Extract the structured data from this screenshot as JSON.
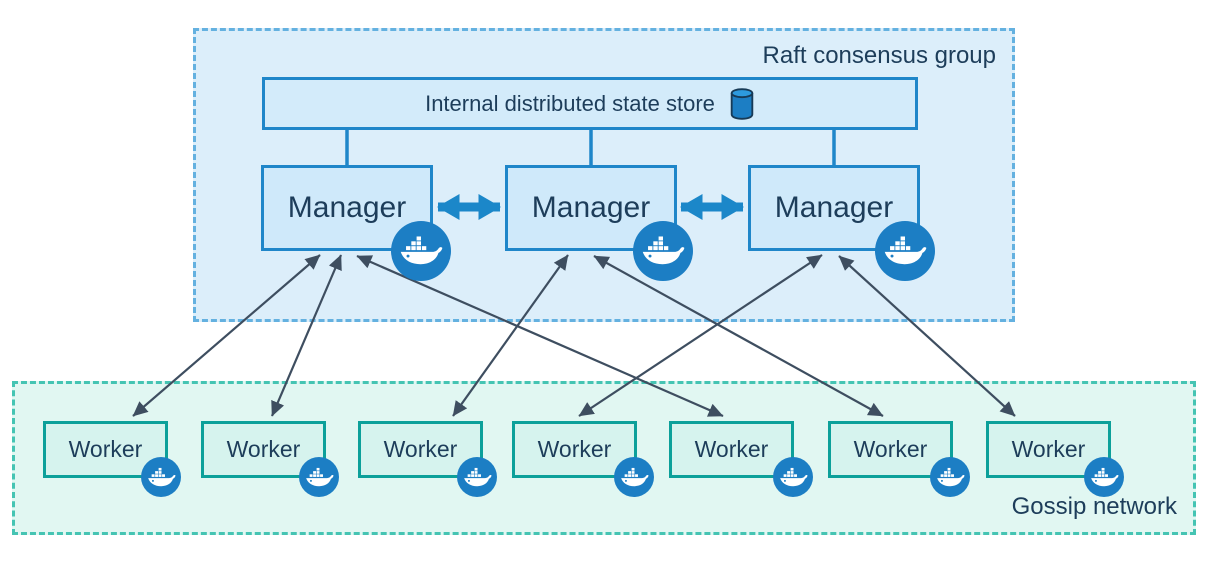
{
  "raft_group": {
    "label": "Raft consensus group",
    "state_store": "Internal distributed state store",
    "managers": [
      "Manager",
      "Manager",
      "Manager"
    ]
  },
  "gossip_network": {
    "label": "Gossip network",
    "workers": [
      "Worker",
      "Worker",
      "Worker",
      "Worker",
      "Worker",
      "Worker",
      "Worker"
    ]
  },
  "icons": {
    "state_store_icon": "database-cylinder-icon",
    "node_icon": "docker-whale-icon"
  },
  "connections": {
    "state_store_links": [
      "manager1",
      "manager2",
      "manager3"
    ],
    "manager_peer_links": [
      "manager1-manager2",
      "manager2-manager3"
    ],
    "manager_worker_links": [
      [
        "manager1",
        "worker1"
      ],
      [
        "manager1",
        "worker2"
      ],
      [
        "manager1",
        "worker5"
      ],
      [
        "manager2",
        "worker3"
      ],
      [
        "manager2",
        "worker6"
      ],
      [
        "manager3",
        "worker4"
      ],
      [
        "manager3",
        "worker7"
      ]
    ]
  },
  "colors": {
    "manager_accent": "#1f86c9",
    "manager_fill": "#cfe9fa",
    "worker_accent": "#0ca09a",
    "worker_fill": "#d6f3ee",
    "raft_bg": "#dceefa",
    "gossip_bg": "#e1f7f2",
    "docker_badge": "#1c7ec4",
    "arrow": "#3e4e60",
    "text": "#1d3d5a"
  }
}
